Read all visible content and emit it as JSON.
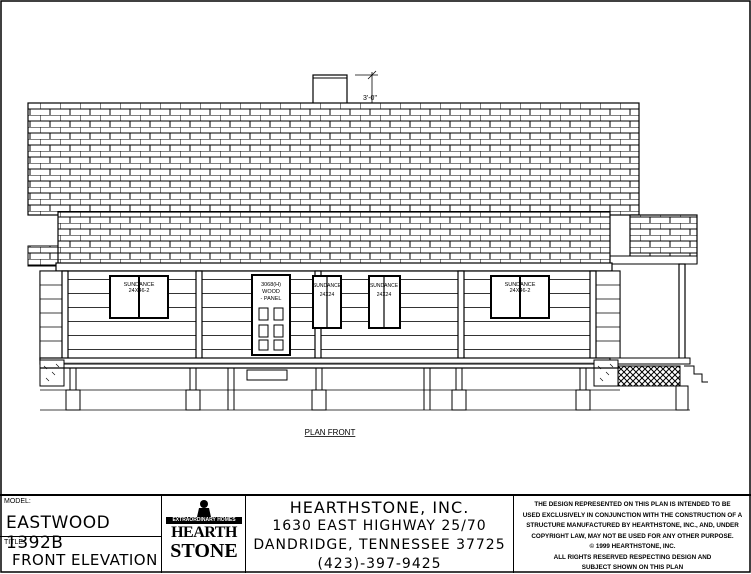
{
  "drawing": {
    "chimney_dimension": "3'-0\"",
    "caption": "PLAN FRONT",
    "door_label": [
      "3068(H)",
      "WOOD",
      "- PANEL"
    ],
    "windows": [
      {
        "name": "SUNDANCE",
        "size": "24X46-2"
      },
      {
        "name": "SUNDANCE",
        "size": "24X24"
      },
      {
        "name": "SUNDANCE",
        "size": "24X24"
      },
      {
        "name": "SUNDANCE",
        "size": "24X46-2"
      }
    ]
  },
  "title_block": {
    "model_label": "MODEL:",
    "model_value": "EASTWOOD 1392B",
    "title_label": "TITLE:",
    "title_value": "FRONT ELEVATION",
    "logo": {
      "top": "EXTRAORDINARY HOMES",
      "word1": "HEARTH",
      "word2": "STONE"
    },
    "company": {
      "name": "HEARTHSTONE, INC.",
      "address": "1630 EAST HIGHWAY 25/70",
      "city": "DANDRIDGE, TENNESSEE  37725",
      "phone": "(423)-397-9425"
    },
    "notice": [
      "THE DESIGN REPRESENTED ON THIS PLAN IS INTENDED TO BE",
      "USED EXCLUSIVELY IN CONJUNCTION WITH THE CONSTRUCTION OF A",
      "STRUCTURE MANUFACTURED BY HEARTHSTONE, INC., AND, UNDER",
      "COPYRIGHT LAW, MAY NOT BE USED FOR ANY OTHER PURPOSE.",
      "© 1999 HEARTHSTONE, INC.",
      "ALL RIGHTS RESERVED RESPECTING DESIGN AND",
      "SUBJECT SHOWN ON THIS PLAN"
    ]
  }
}
